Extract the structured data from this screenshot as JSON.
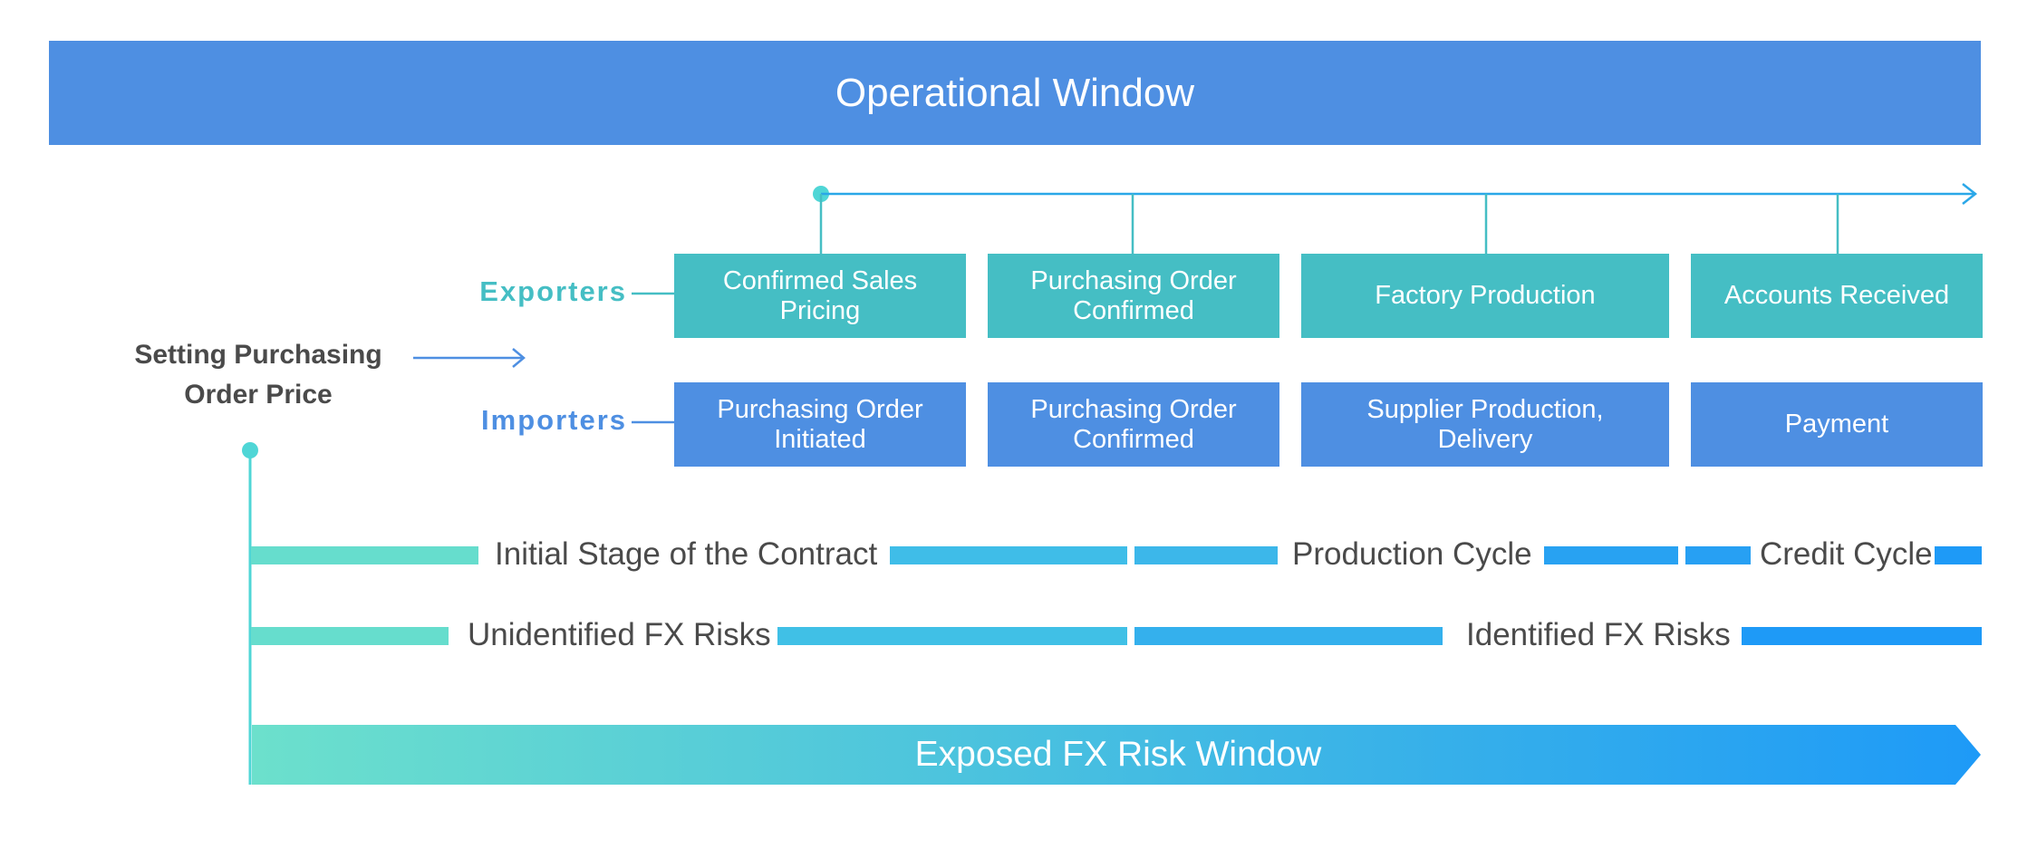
{
  "banner": {
    "title": "Operational Window"
  },
  "left_label": {
    "line1": "Setting Purchasing",
    "line2": "Order Price"
  },
  "rows": {
    "exporters": {
      "label": "Exporters",
      "color": "#45bec4"
    },
    "importers": {
      "label": "Importers",
      "color": "#4e8fe2"
    }
  },
  "exporter_stages": [
    {
      "line1": "Confirmed Sales",
      "line2": "Pricing"
    },
    {
      "line1": "Purchasing Order",
      "line2": "Confirmed"
    },
    {
      "line1": "Factory Production",
      "line2": ""
    },
    {
      "line1": "Accounts Received",
      "line2": ""
    }
  ],
  "importer_stages": [
    {
      "line1": "Purchasing Order",
      "line2": "Initiated"
    },
    {
      "line1": "Purchasing Order",
      "line2": "Confirmed"
    },
    {
      "line1": "Supplier Production,",
      "line2": "Delivery"
    },
    {
      "line1": "Payment",
      "line2": ""
    }
  ],
  "cycles": {
    "initial": "Initial Stage of the Contract",
    "production": "Production Cycle",
    "credit": "Credit Cycle"
  },
  "risks": {
    "unidentified": "Unidentified FX Risks",
    "identified": "Identified FX Risks"
  },
  "window": {
    "label": "Exposed FX Risk Window"
  },
  "colors": {
    "teal": "#45bec4",
    "blue": "#4e8fe2",
    "gradient_start": "#6ce0cc",
    "gradient_end": "#1e9af7",
    "text": "#4a4a4a"
  }
}
